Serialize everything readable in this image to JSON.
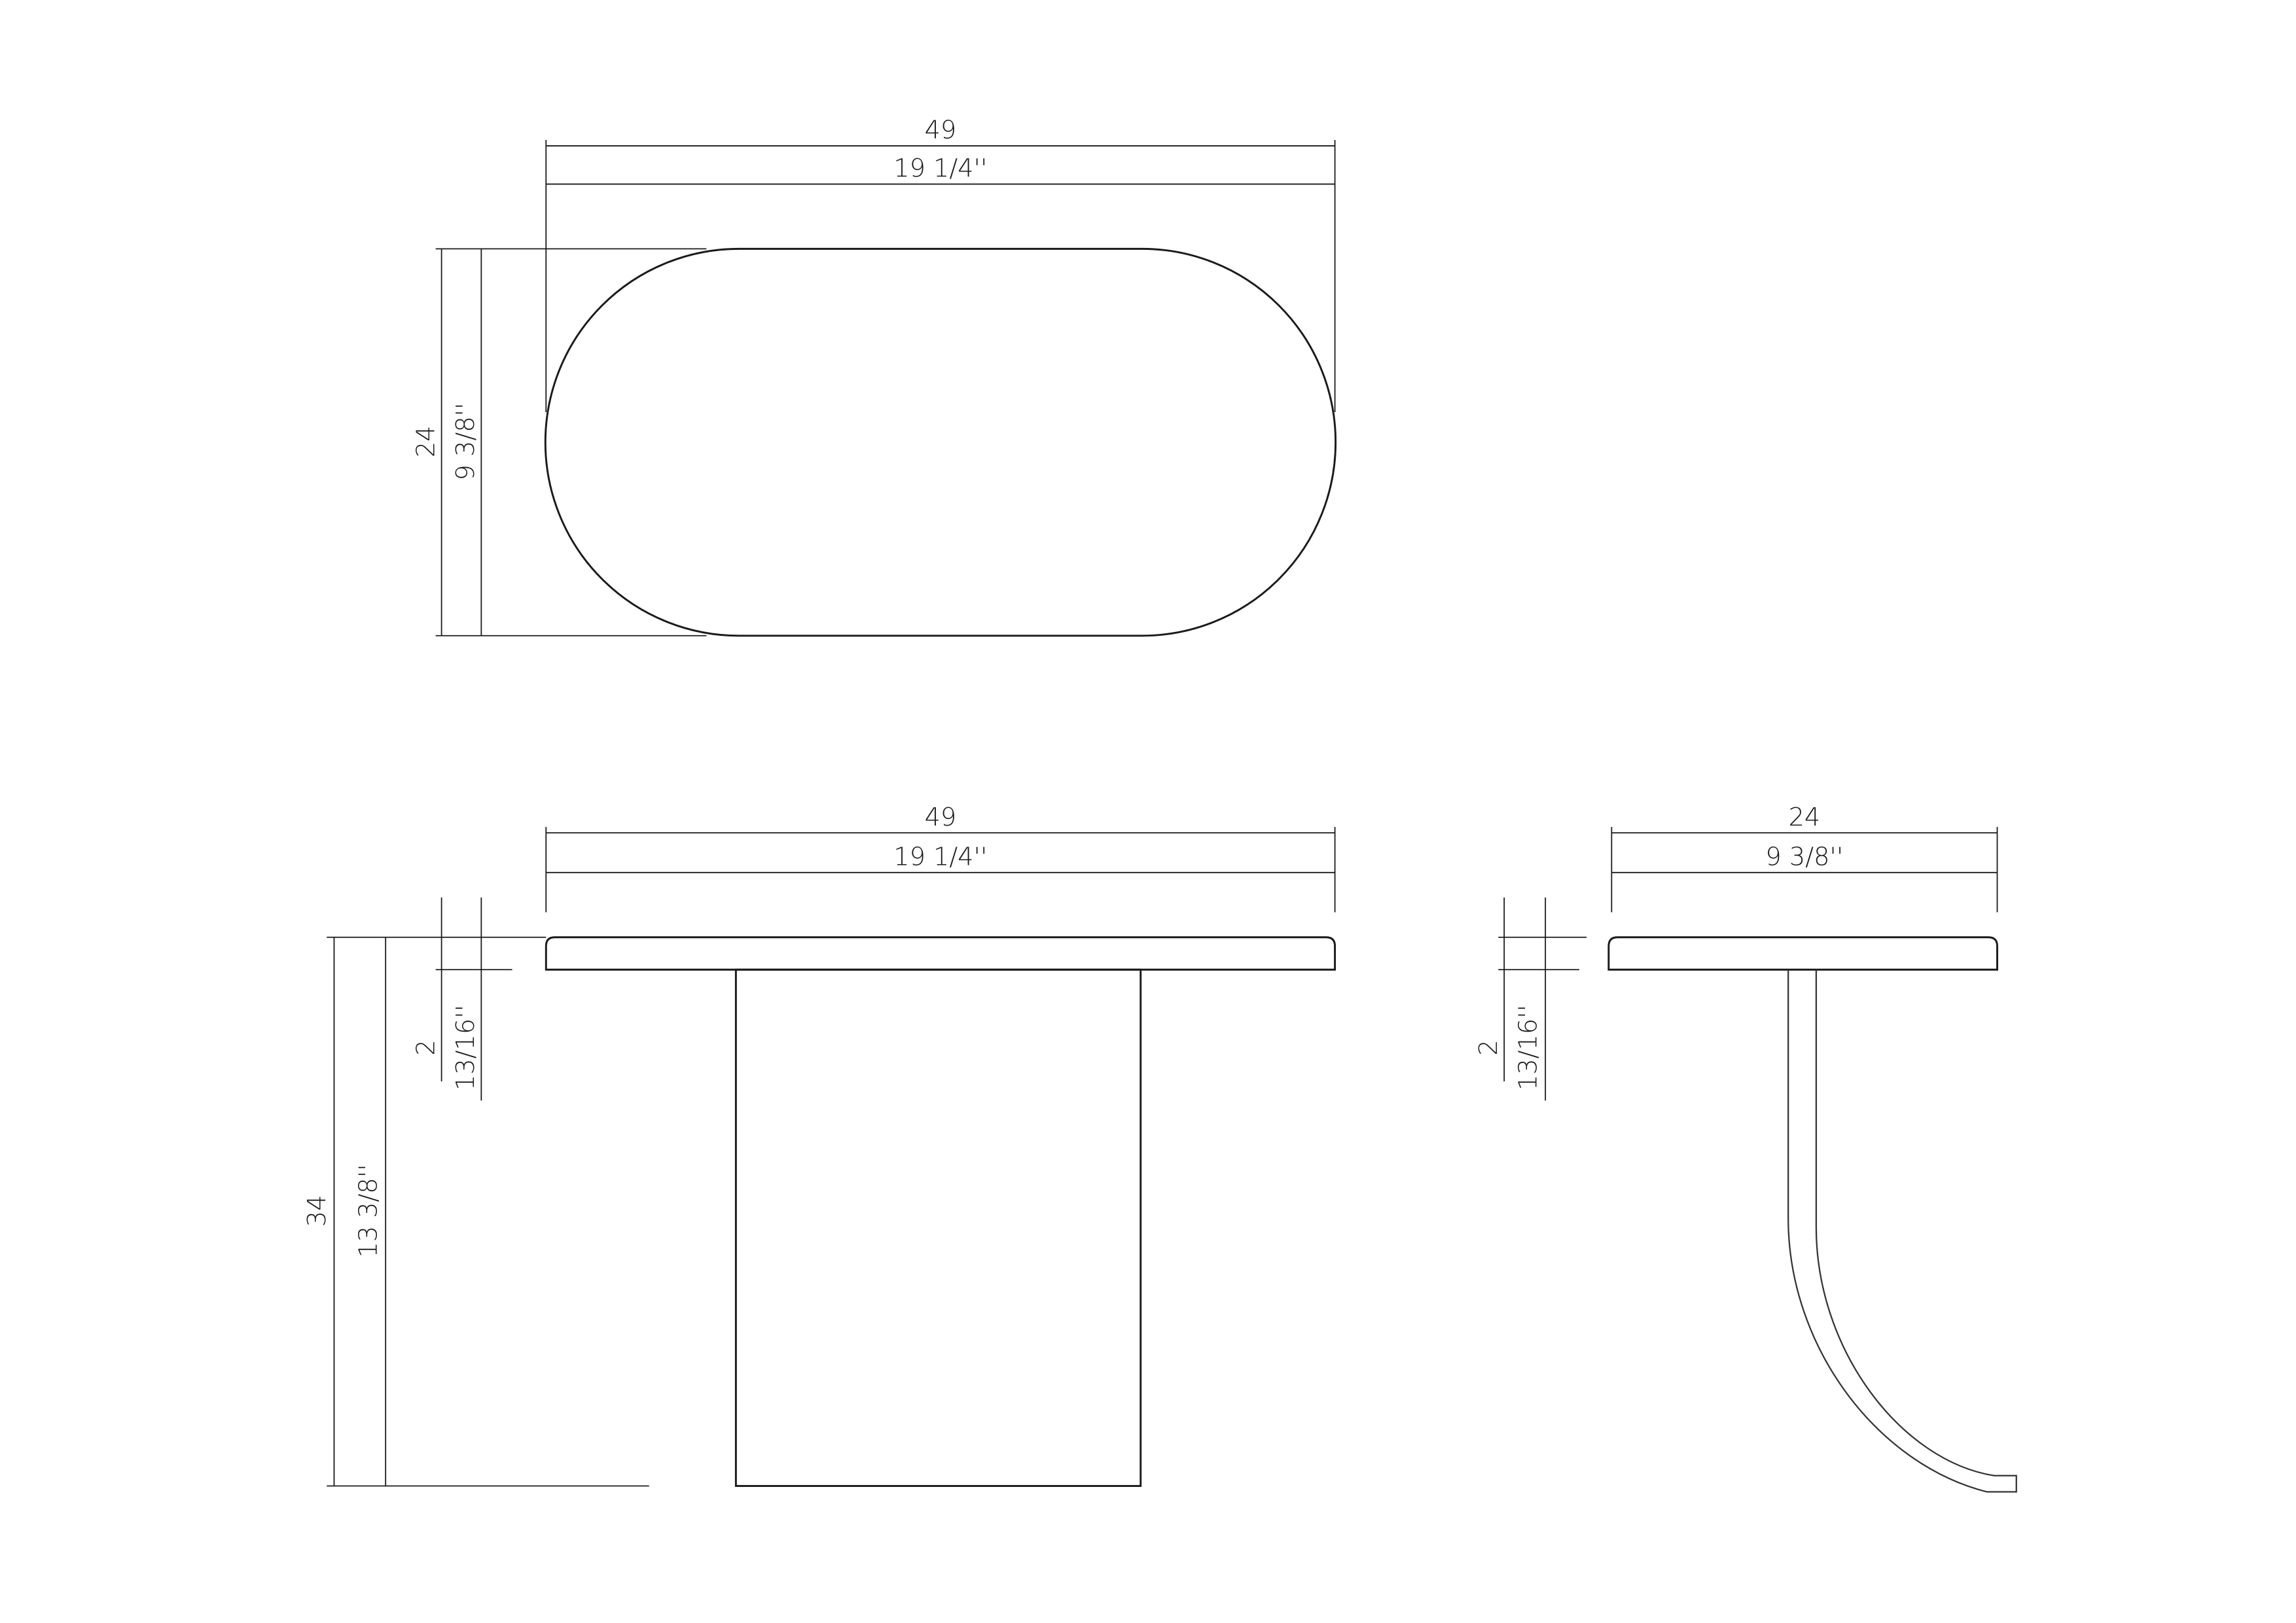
{
  "colors": {
    "line": "#1a1a1a",
    "background": "#ffffff"
  },
  "top_view": {
    "length_cm": "49",
    "length_in": "19 1/4''",
    "width_cm": "24",
    "width_in": "9 3/8''"
  },
  "front_view": {
    "length_cm": "49",
    "length_in": "19 1/4''",
    "height_cm": "34",
    "height_in": "13 3/8''",
    "thickness_cm": "2",
    "thickness_in": "13/16''"
  },
  "side_view": {
    "width_cm": "24",
    "width_in": "9 3/8''",
    "thickness_cm": "2",
    "thickness_in": "13/16''"
  }
}
